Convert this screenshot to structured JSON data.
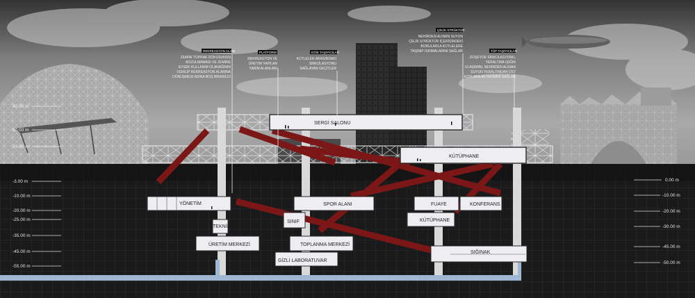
{
  "levels": {
    "left_above": [
      "40.00 m",
      "30.00 m",
      "20.00 m"
    ],
    "left": [
      "-3.00 m",
      "-10.00 m",
      "-20.00 m",
      "-25.00 m",
      "-35.00 m",
      "-45.00 m",
      "-55.00 m"
    ],
    "right": [
      "0.00 m",
      "-10.00 m",
      "-20.00 m",
      "-30.00 m",
      "-45.00 m",
      "-50.00 m"
    ]
  },
  "rooms": {
    "sergi_salonu": "SERGİ SALONU",
    "kutuphane_top": "KÜTÜPHANE",
    "yonetim": "YÖNETİM",
    "spor_alani": "SPOR ALANI",
    "fuaye": "FUAYE",
    "konferans": "KONFERANS",
    "sinif": "SINIF",
    "kutuphane_low": "KÜTÜPHANE",
    "teknik": "TEKNİK",
    "uretim_merkezi": "ÜRETİM MERKEZİ",
    "toplanma_merkezi": "TOPLANMA MERKEZİ",
    "gizli_laboratuvar": "GİZLİ LABORATUVAR",
    "siginak": "SIĞINAK"
  },
  "annotations": {
    "rekreasyon": {
      "title": "REKREASYON ALANI",
      "lines": [
        "ZEMİNİ TOPRAK DOKUSUNUN",
        "BOZULMAMASI VE ZEMİNE",
        "EVSEK  KULLANIM OLANAĞININ",
        "VERİLİP REKREASYON ALANINA",
        "DÖNÜŞMESİ ADINA BOŞ BIRAKILDI"
      ]
    },
    "platform": {
      "title": "PLATFORM",
      "lines": [
        "REKREASYON VE",
        "ÜRETİM YAPILAN",
        "TARIM ALANLARI"
      ]
    },
    "egik": {
      "title": "EĞİK TAŞIYICILAR",
      "lines": [
        "KÜTLELER ARASINDAKİ",
        "SİRKÜLASYONU",
        "SAĞLAYAN GEÇİTLER"
      ]
    },
    "celik": {
      "title": "ÇELİK STRÜKTÜR",
      "lines": [
        "NEHİRDEN ALINAN SUYUN",
        "ÇELİK STRÜKTÜR İÇERİSİNDEKİ",
        "BORULARLA  KÜTLELERE",
        "TAŞINIP ISINMALARINI SAĞLAR"
      ]
    },
    "tup": {
      "title": "TÜP TAŞIYICILAR",
      "lines": [
        "DÜŞEYDE SİRKÜLASYONU,",
        "YERALTINA IŞIĞIN",
        "ULAŞIMINI, NEHİRDEN ALINAN",
        "SUYUN YERALTINDAN ÜST",
        "KOTLARA AKTARIMINI SAĞLAR"
      ]
    }
  },
  "colors": {
    "sky_top": "#3a3a3a",
    "sky_mid": "#8a8a8a",
    "sky_low": "#b9b9b9",
    "ground": "#1a1a1a",
    "grid": "#3c3c3c",
    "room_fill": "#eeeef2",
    "room_stroke": "#2a2a2a",
    "diagonal": "#7c1717",
    "column": "#dcdcdc",
    "pipe": "#9fb7d2",
    "tower": "#1f1f1f"
  }
}
